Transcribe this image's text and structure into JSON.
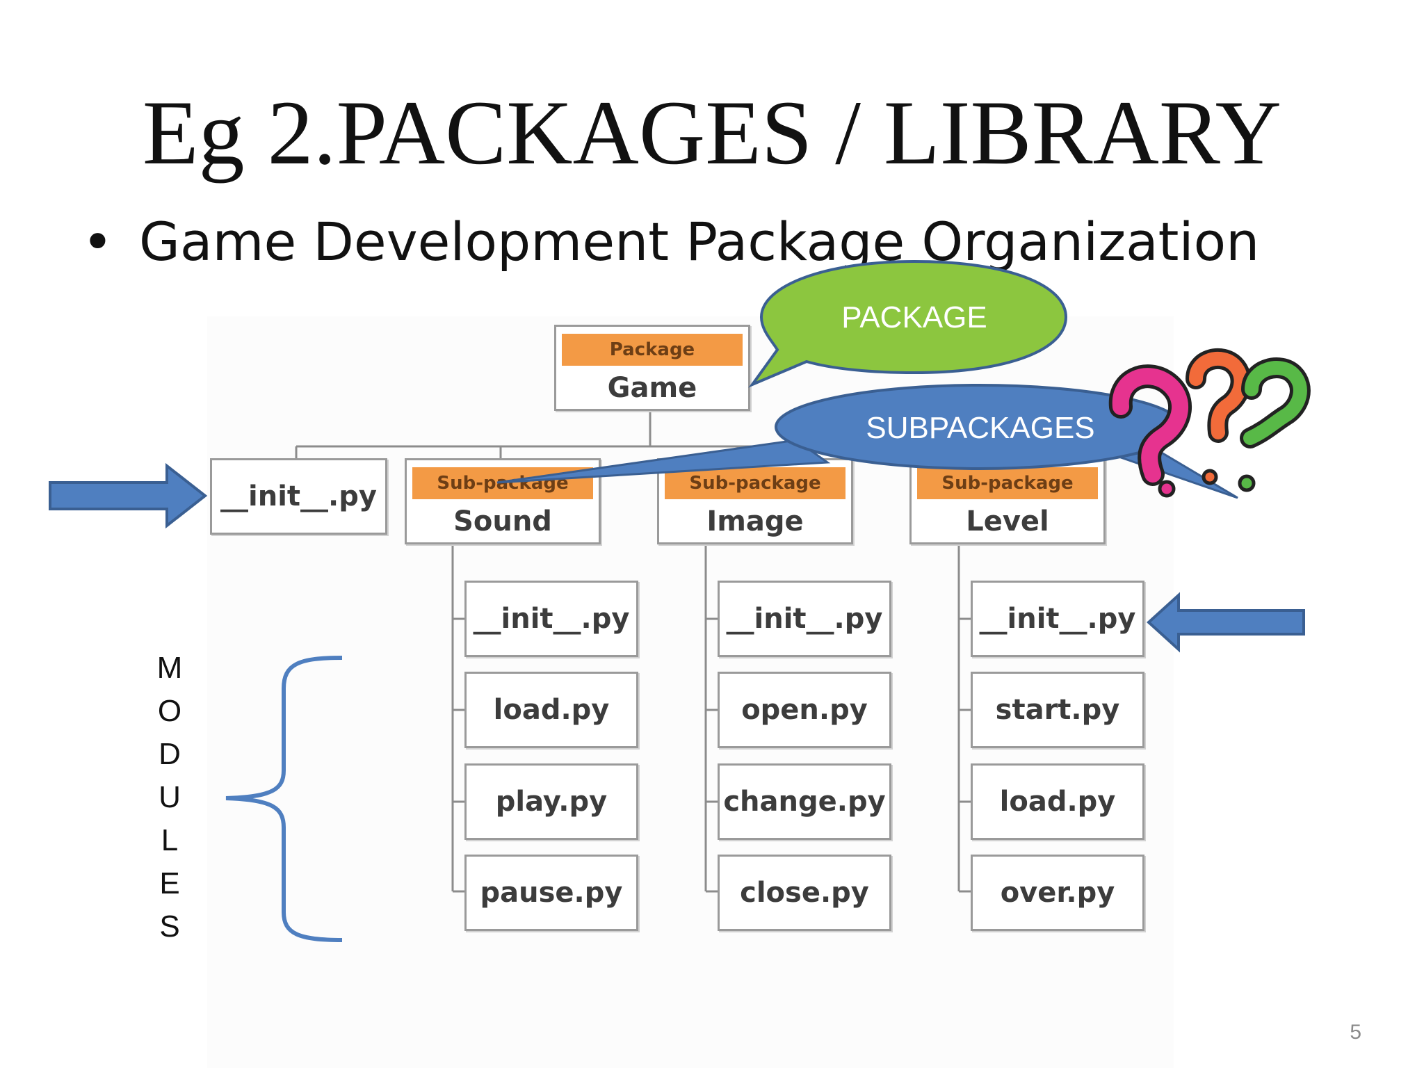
{
  "slide": {
    "title": "Eg 2.PACKAGES / LIBRARY",
    "bullet": "Game Development Package Organization",
    "page_number": "5"
  },
  "diagram": {
    "root": {
      "tag": "Package",
      "name": "Game"
    },
    "root_init": "__init__.py",
    "subpackages": [
      {
        "tag": "Sub-package",
        "name": "Sound",
        "modules": [
          "__init__.py",
          "load.py",
          "play.py",
          "pause.py"
        ]
      },
      {
        "tag": "Sub-package",
        "name": "Image",
        "modules": [
          "__init__.py",
          "open.py",
          "change.py",
          "close.py"
        ]
      },
      {
        "tag": "Sub-package",
        "name": "Level",
        "modules": [
          "__init__.py",
          "start.py",
          "load.py",
          "over.py"
        ]
      }
    ]
  },
  "annotations": {
    "package_callout": "PACKAGE",
    "subpackages_callout": "SUBPACKAGES",
    "modules_label": [
      "M",
      "O",
      "D",
      "U",
      "L",
      "E",
      "S"
    ]
  },
  "colors": {
    "callout_green": "#8cc63f",
    "callout_blue": "#4f7fc0",
    "callout_border": "#3a5f92",
    "tag_orange": "#f39a45",
    "question_pink": "#e6338f",
    "question_orange": "#f26b3a",
    "question_green": "#58b947"
  },
  "icons": [
    "right-arrow-icon",
    "left-arrow-icon",
    "curly-brace-icon",
    "question-marks-icon"
  ]
}
